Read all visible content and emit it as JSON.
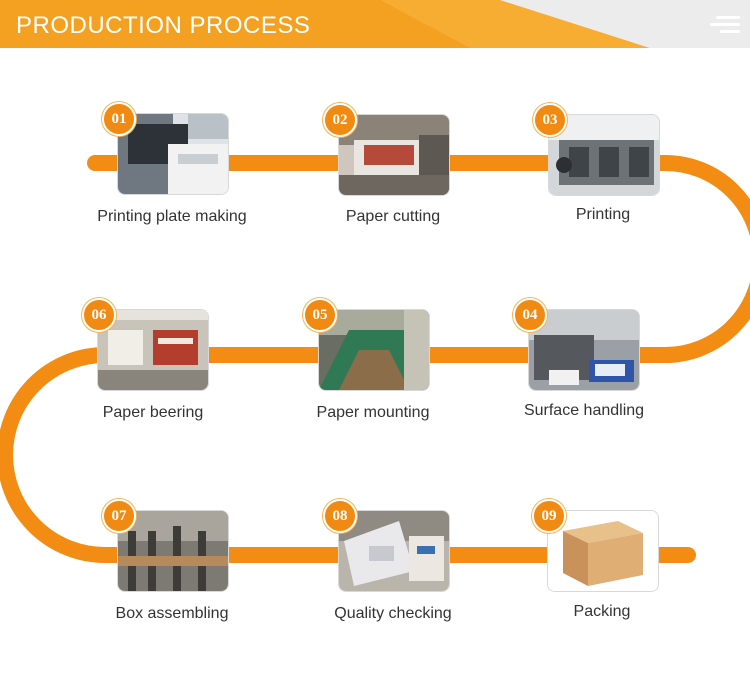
{
  "header": {
    "title": "PRODUCTION PROCESS",
    "menu_icon": "hamburger-menu-icon"
  },
  "colors": {
    "accent": "#f39a1c",
    "track": "#f28c13",
    "text": "#333333"
  },
  "steps": [
    {
      "num": "01",
      "label": "Printing plate making"
    },
    {
      "num": "02",
      "label": "Paper cutting"
    },
    {
      "num": "03",
      "label": "Printing"
    },
    {
      "num": "04",
      "label": "Surface handling"
    },
    {
      "num": "05",
      "label": "Paper mounting"
    },
    {
      "num": "06",
      "label": "Paper beering"
    },
    {
      "num": "07",
      "label": "Box assembling"
    },
    {
      "num": "08",
      "label": "Quality checking"
    },
    {
      "num": "09",
      "label": "Packing"
    }
  ]
}
